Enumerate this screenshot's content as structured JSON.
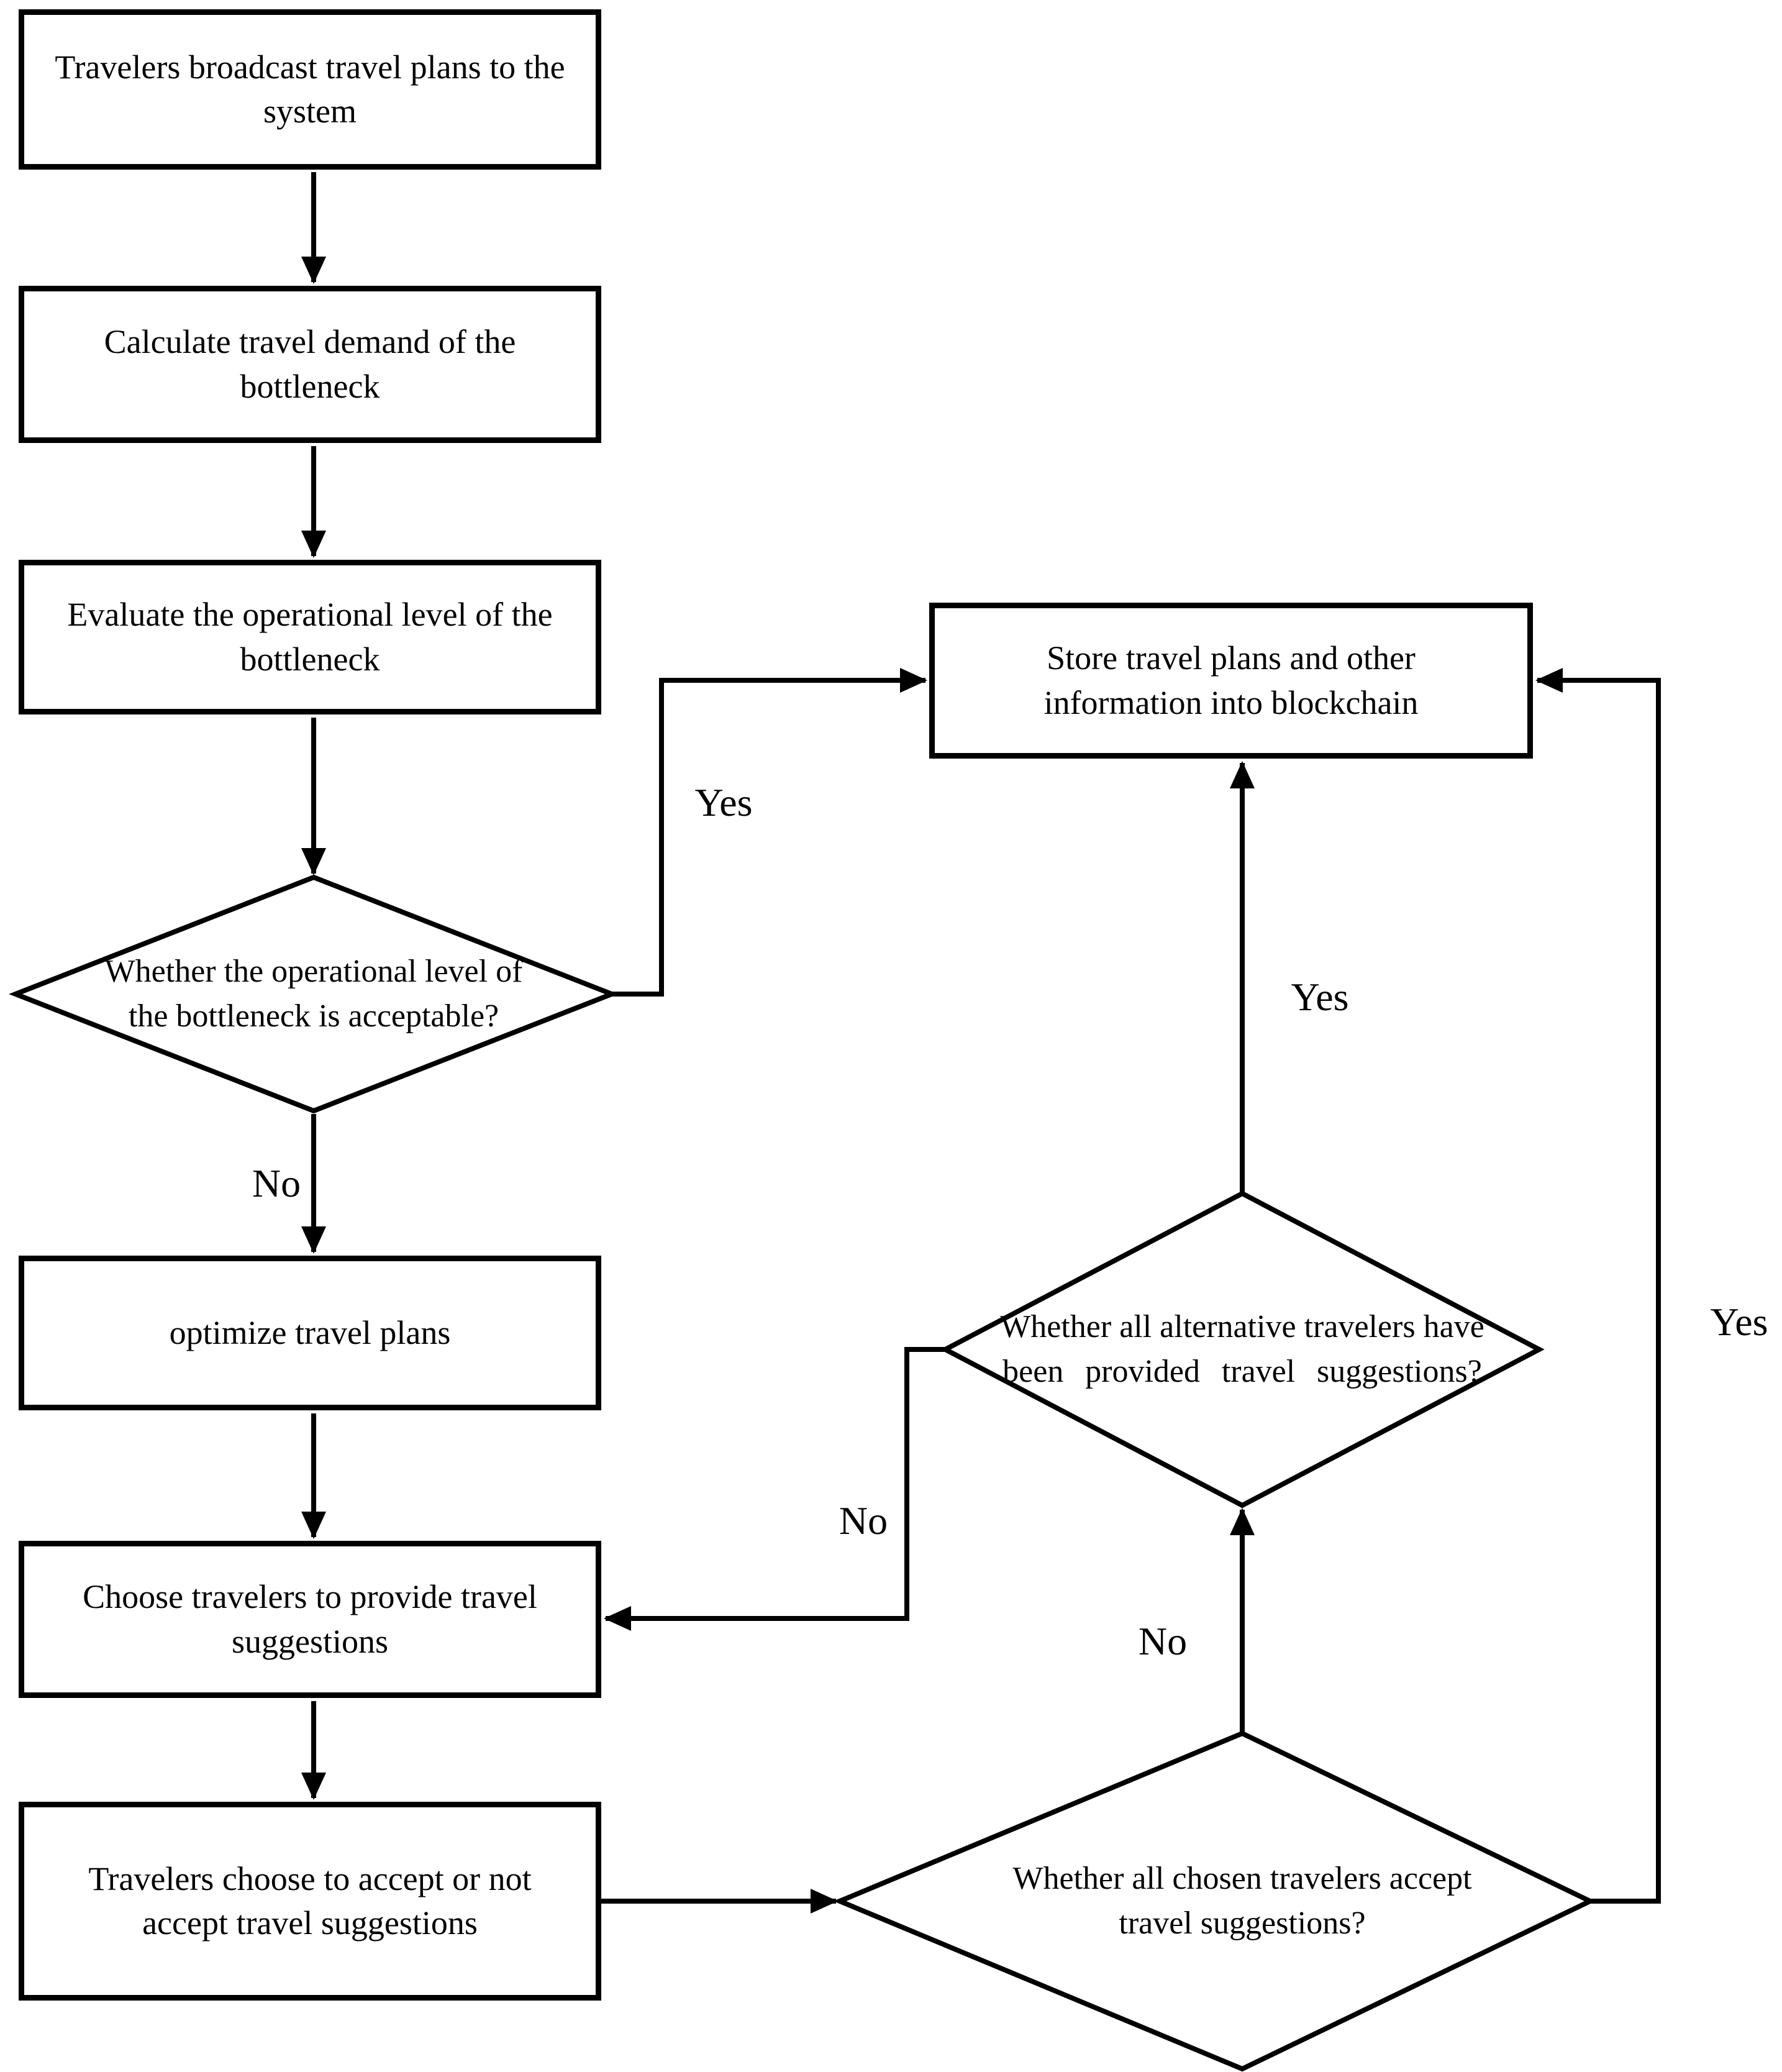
{
  "nodes": {
    "broadcast": {
      "lines": [
        "Travelers broadcast travel plans to the",
        "system"
      ]
    },
    "calculate": {
      "lines": [
        "Calculate travel demand of the",
        "bottleneck"
      ]
    },
    "evaluate": {
      "lines": [
        "Evaluate the operational level of the",
        "bottleneck"
      ]
    },
    "decision_operational": {
      "lines": [
        "Whether the operational level of",
        "the bottleneck is acceptable?"
      ]
    },
    "store": {
      "lines": [
        "Store travel plans and other",
        "information into blockchain"
      ]
    },
    "optimize": {
      "lines": [
        "optimize travel plans"
      ]
    },
    "choose": {
      "lines": [
        "Choose travelers to provide travel",
        "suggestions"
      ]
    },
    "travelers_accept": {
      "lines": [
        "Travelers choose to accept or not",
        "accept travel suggestions"
      ]
    },
    "decision_alternative": {
      "lines": [
        "Whether all alternative travelers have",
        "been provided travel suggestions?"
      ]
    },
    "decision_chosen": {
      "lines": [
        "Whether all chosen travelers accept",
        "travel suggestions?"
      ]
    }
  },
  "labels": {
    "yes_operational": "Yes",
    "no_operational": "No",
    "yes_store": "Yes",
    "no_alternative": "No",
    "no_chosen": "No",
    "yes_chosen": "Yes"
  },
  "colors": {
    "line": "#000000",
    "background": "#ffffff",
    "text": "#000000"
  }
}
